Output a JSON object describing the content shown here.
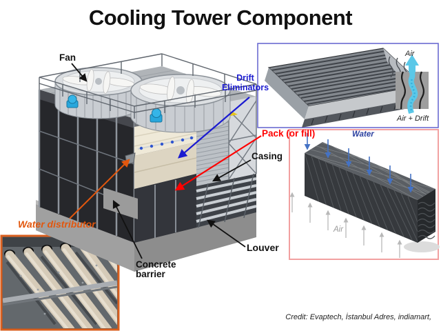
{
  "slide": {
    "title": "Cooling Tower Component",
    "credit": "Credit: Evaptech, İstanbul Adres, indiamart,"
  },
  "labels": {
    "fan": "Fan",
    "drift_eliminators": "Drift Eliminators",
    "pack": "Pack (or fill)",
    "casing": "Casing",
    "louver": "Louver",
    "water_distributor": "Water distributor",
    "concrete_barrier": "Concrete barrier"
  },
  "insets": {
    "drift_detail": {
      "air_out": "Air",
      "air_in": "Air + Drift"
    },
    "pack_detail": {
      "water": "Water",
      "air": "Air"
    }
  },
  "icons": {
    "arrows": [
      "fan-arrow",
      "drift-eliminators-arrow",
      "pack-arrow",
      "casing-arrow",
      "louver-arrow",
      "water-distributor-arrow",
      "concrete-barrier-arrow",
      "air-up-arrow",
      "water-down-arrow",
      "air-flow-s-arrow"
    ]
  },
  "colors": {
    "drift_label": "#1b1bd0",
    "pack_label": "#ff0000",
    "water_distributor_label": "#e2570e",
    "water_arrow": "#4472c4",
    "air_flow_cyan": "#5bc8e8",
    "air_arrow_gray": "#b8b8b8",
    "drift_box_border": "#6b6bd1",
    "pack_box_border": "#f2a0a0",
    "photo_border": "#d95f1e",
    "hazard_yellow": "#e7c418",
    "motor_blue": "#28a7dc"
  }
}
